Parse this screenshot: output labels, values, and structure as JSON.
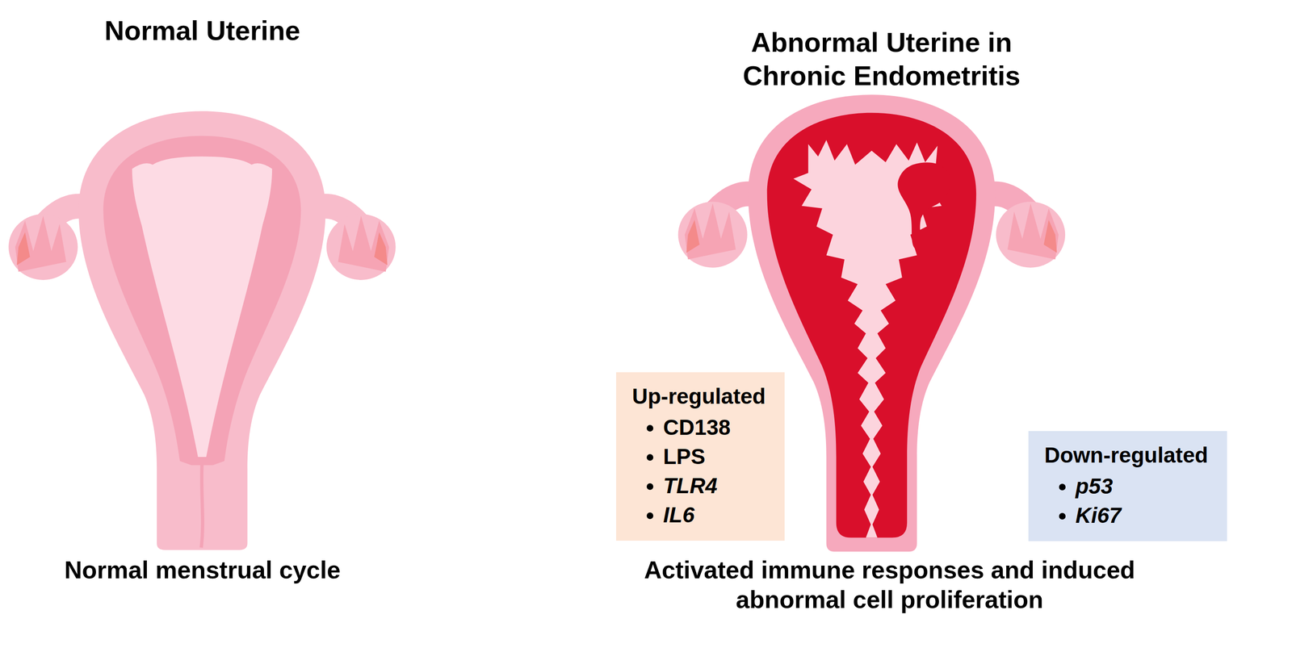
{
  "diagram": {
    "nodes": [
      {
        "text": [
          "Up-regulated",
          "CD138",
          "LPS",
          "TLR4",
          "IL6"
        ]
      },
      {
        "text": [
          "Down-regulated",
          "p53",
          "Ki67"
        ]
      }
    ],
    "labels": [
      "Normal Uterine",
      "Abnormal Uterine in Chronic Endometritis",
      "Normal menstrual cycle",
      "Activated immune responses and induced abnormal cell proliferation"
    ]
  }
}
